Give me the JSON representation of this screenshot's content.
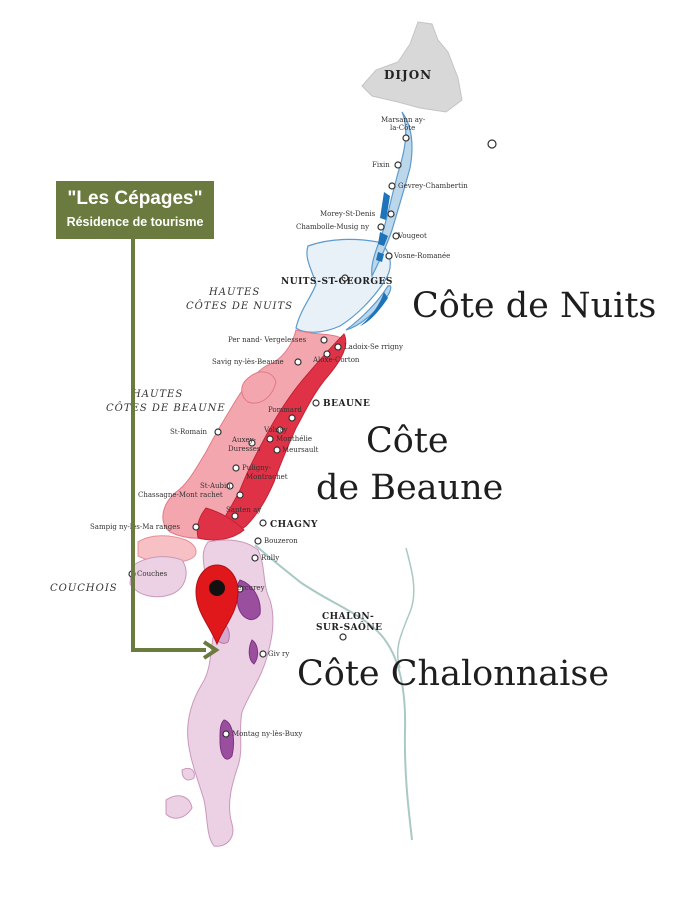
{
  "callout": {
    "title": "\"Les Cépages\"",
    "subtitle": "Résidence de tourisme"
  },
  "regions": {
    "nuits": "Côte de Nuits",
    "beaune_line1": "Côte",
    "beaune_line2": "de Beaune",
    "chalonnaise": "Côte Chalonnaise"
  },
  "areas": {
    "dijon": "DIJON",
    "hautes_nuits_1": "HAUTES",
    "hautes_nuits_2": "CÔTES DE NUITS",
    "hautes_beaune_1": "HAUTES",
    "hautes_beaune_2": "CÔTES DE BEAUNE",
    "couchois": "COUCHOIS",
    "nuits_st_georges": "NUITS-ST-GEORGES",
    "beaune": "BEAUNE",
    "chagny": "CHAGNY",
    "chalon_1": "CHALON-",
    "chalon_2": "SUR-SAÔNE"
  },
  "villages": {
    "marsannay_1": "Marsann ay-",
    "marsannay_2": "la-Côte",
    "fixin": "Fixin",
    "gevrey": "Gevrey-Chambertin",
    "morey": "Morey-St-Denis",
    "chambolle": "Chambolle-Musig ny",
    "vougeot": "Vougeot",
    "vosne": "Vosne-Romanée",
    "pernand": "Per nand- Vergelesses",
    "ladoix": "Ladoix-Se rrigny",
    "savigny": "Savig ny-lès-Beaune",
    "aloxe": "Aloxe-Corton",
    "pommard": "Pommard",
    "st_romain": "St-Romain",
    "volnay": "Volnay",
    "auxey_1": "Auxey-",
    "auxey_2": "Duresses",
    "monthelie": "Monthélie",
    "meursault": "Meursault",
    "puligny_1": "Puligny-",
    "puligny_2": "Montrachet",
    "st_aubin": "St-Aubin",
    "chassagne": "Chassagne-Mont rachet",
    "santenay": "Santen ay",
    "sampigny": "Sampig ny-lès-Ma ranges",
    "bouzeron": "Bouzeron",
    "rully": "Rully",
    "couches": "Couches",
    "mercurey": "Mercurey",
    "givry": "Giv ry",
    "montagny": "Montag ny-lès-Buxy"
  },
  "colors": {
    "callout_bg": "#6b7a3f",
    "arrow": "#6b7a3f",
    "marker": "#e0171b",
    "nuits_light": "#bcd6ea",
    "nuits_dark": "#1f74b9",
    "beaune_light": "#f3a6ad",
    "beaune_dark": "#df3246",
    "chalonnaise_light": "#ecd0e3",
    "chalonnaise_dark": "#9a4e9e",
    "dijon": "#d8d8d8",
    "river": "#a9c9c4"
  }
}
